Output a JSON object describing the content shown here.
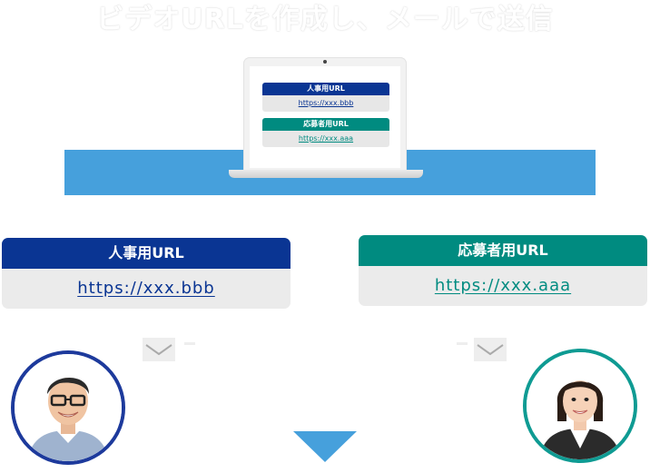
{
  "headline": "ビデオURLを作成し、メールで送信",
  "laptop": {
    "hr_label": "人事用URL",
    "hr_url": "https://xxx.bbb",
    "applicant_label": "応募者用URL",
    "applicant_url": "https://xxx.aaa"
  },
  "cards": {
    "hr": {
      "label": "人事用URL",
      "url": "https://xxx.bbb"
    },
    "applicant": {
      "label": "応募者用URL",
      "url": "https://xxx.aaa"
    }
  },
  "icons": {
    "left_chevron": "chevron-down-icon",
    "right_chevron": "chevron-down-icon",
    "center_arrow": "triangle-down-icon",
    "hr_person": "man-with-glasses-avatar",
    "applicant_person": "woman-in-suit-avatar"
  },
  "colors": {
    "navy": "#0a3593",
    "teal": "#008b80",
    "stage_blue": "#46a0dc",
    "avatar_ring_left": "#1d3a9c",
    "avatar_ring_right": "#0f9b93"
  }
}
